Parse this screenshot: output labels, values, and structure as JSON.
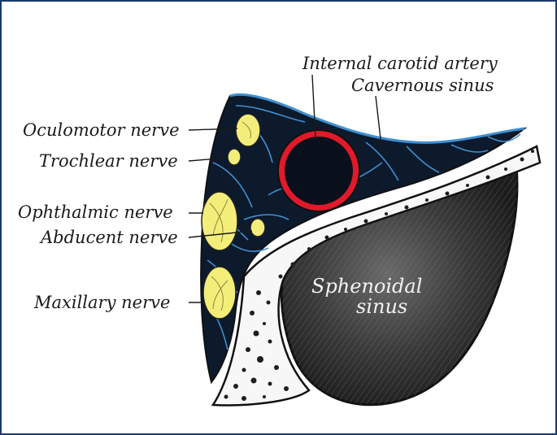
{
  "figure": {
    "colors": {
      "background": "#ffffff",
      "border": "#1b3a6b",
      "sinus_fill": "#0c1a2c",
      "sinus_lines": "#3f8fd0",
      "artery_ring": "#e01a2a",
      "artery_lumen": "#0a0f1c",
      "nerve_fill": "#f3ee7a",
      "bone": "#1a1a1a",
      "sphenoid_dark": "#2a2a2a"
    },
    "labels": {
      "internal_carotid": "Internal carotid artery",
      "cavernous_sinus": "Cavernous sinus",
      "oculomotor": "Oculomotor nerve",
      "trochlear": "Trochlear nerve",
      "ophthalmic": "Ophthalmic nerve",
      "abducent": "Abducent nerve",
      "maxillary": "Maxillary nerve",
      "sphenoidal_line1": "Sphenoidal",
      "sphenoidal_line2": "sinus"
    }
  }
}
